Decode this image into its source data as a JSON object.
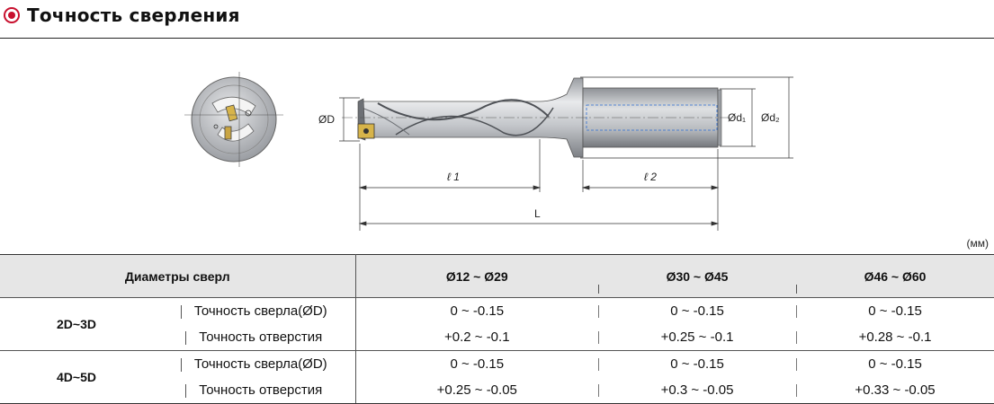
{
  "header": {
    "title": "Точность сверления"
  },
  "diagram": {
    "labels": {
      "d": "ØD",
      "d1": "Ød₁",
      "d2": "Ød₂",
      "l1": "ℓ 1",
      "l2": "ℓ 2",
      "L": "L"
    }
  },
  "unit": "(мм)",
  "table": {
    "header": {
      "label": "Диаметры сверл",
      "cols": [
        "Ø12 ~ Ø29",
        "Ø30 ~ Ø45",
        "Ø46 ~ Ø60"
      ]
    },
    "groups": [
      {
        "name": "2D~3D",
        "rows": [
          {
            "label": "Точность сверла(ØD)",
            "values": [
              "0 ~ -0.15",
              "0 ~ -0.15",
              "0 ~ -0.15"
            ]
          },
          {
            "label": "Точность отверстия",
            "values": [
              "+0.2 ~ -0.1",
              "+0.25 ~ -0.1",
              "+0.28 ~ -0.1"
            ]
          }
        ]
      },
      {
        "name": "4D~5D",
        "rows": [
          {
            "label": "Точность сверла(ØD)",
            "values": [
              "0 ~ -0.15",
              "0 ~ -0.15",
              "0 ~ -0.15"
            ]
          },
          {
            "label": "Точность отверстия",
            "values": [
              "+0.25 ~ -0.05",
              "+0.3 ~ -0.05",
              "+0.33 ~ -0.05"
            ]
          }
        ]
      }
    ]
  }
}
